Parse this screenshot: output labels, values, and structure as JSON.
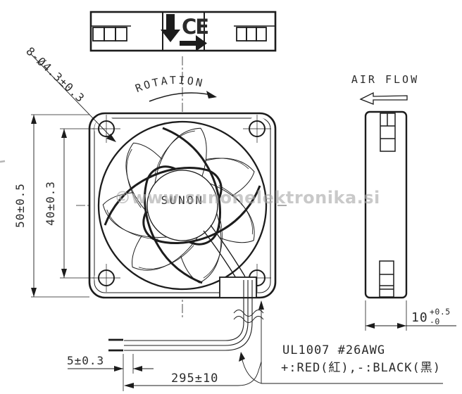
{
  "drawing": {
    "watermark": "©www.sunonelektronika.si",
    "hub_logo": "SUNON",
    "rotation_label": "ROTATION",
    "airflow_label": "AIR FLOW",
    "ce_mark": "CE",
    "dimensions": {
      "mounting_holes": "8-Ø4.3±0.3",
      "frame_size": "50±0.5",
      "hole_pitch": "40±0.3",
      "thickness_base": "10",
      "thickness_tol_plus": "+0.5",
      "thickness_tol_minus": "-0",
      "stripped_length": "5±0.3",
      "lead_length": "295±10"
    },
    "wire_spec": {
      "line1": "UL1007 #26AWG",
      "line2": "+:RED(紅),-:BLACK(黑)"
    },
    "colors": {
      "line": "#1c1c1c",
      "watermark": "#a9a9a9",
      "background": "#ffffff"
    }
  }
}
